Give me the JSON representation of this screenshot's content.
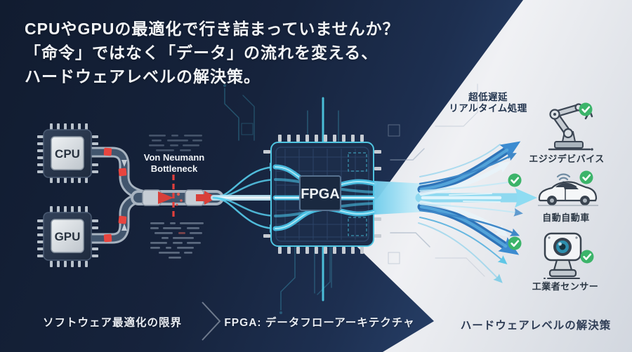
{
  "headline": {
    "line1": "CPUやGPUの最適化で行き詰まっていませんか？",
    "line2": "「命令」ではなく「データ」の流れを変える、",
    "line3": "ハードウェアレベルの解決策。"
  },
  "diagram": {
    "cpu_label": "CPU",
    "gpu_label": "GPU",
    "fpga_label": "FPGA",
    "bottleneck_label_line1": "Von Neumann",
    "bottleneck_label_line2": "Bottleneck",
    "annotation_line1": "超低遅延",
    "annotation_line2": "リアルタイム処理",
    "outputs": [
      {
        "label": "エジジデビバイス",
        "icon": "robot-arm-icon"
      },
      {
        "label": "自動自動車",
        "icon": "autonomous-car-icon"
      },
      {
        "label": "工業者センサー",
        "icon": "industrial-camera-icon"
      }
    ]
  },
  "footer": {
    "stage1": "ソフトウェア最適化の限界",
    "stage2": "FPGA: データフローアーキテクチャ",
    "stage3": "ハードウェアレベルの解決策"
  },
  "colors": {
    "navy": "#16243d",
    "light_gray": "#d9dde3",
    "accent_cyan": "#55d4f0",
    "accent_blue": "#2e77be",
    "danger_red": "#e2403c",
    "success_green": "#3cb46a"
  }
}
